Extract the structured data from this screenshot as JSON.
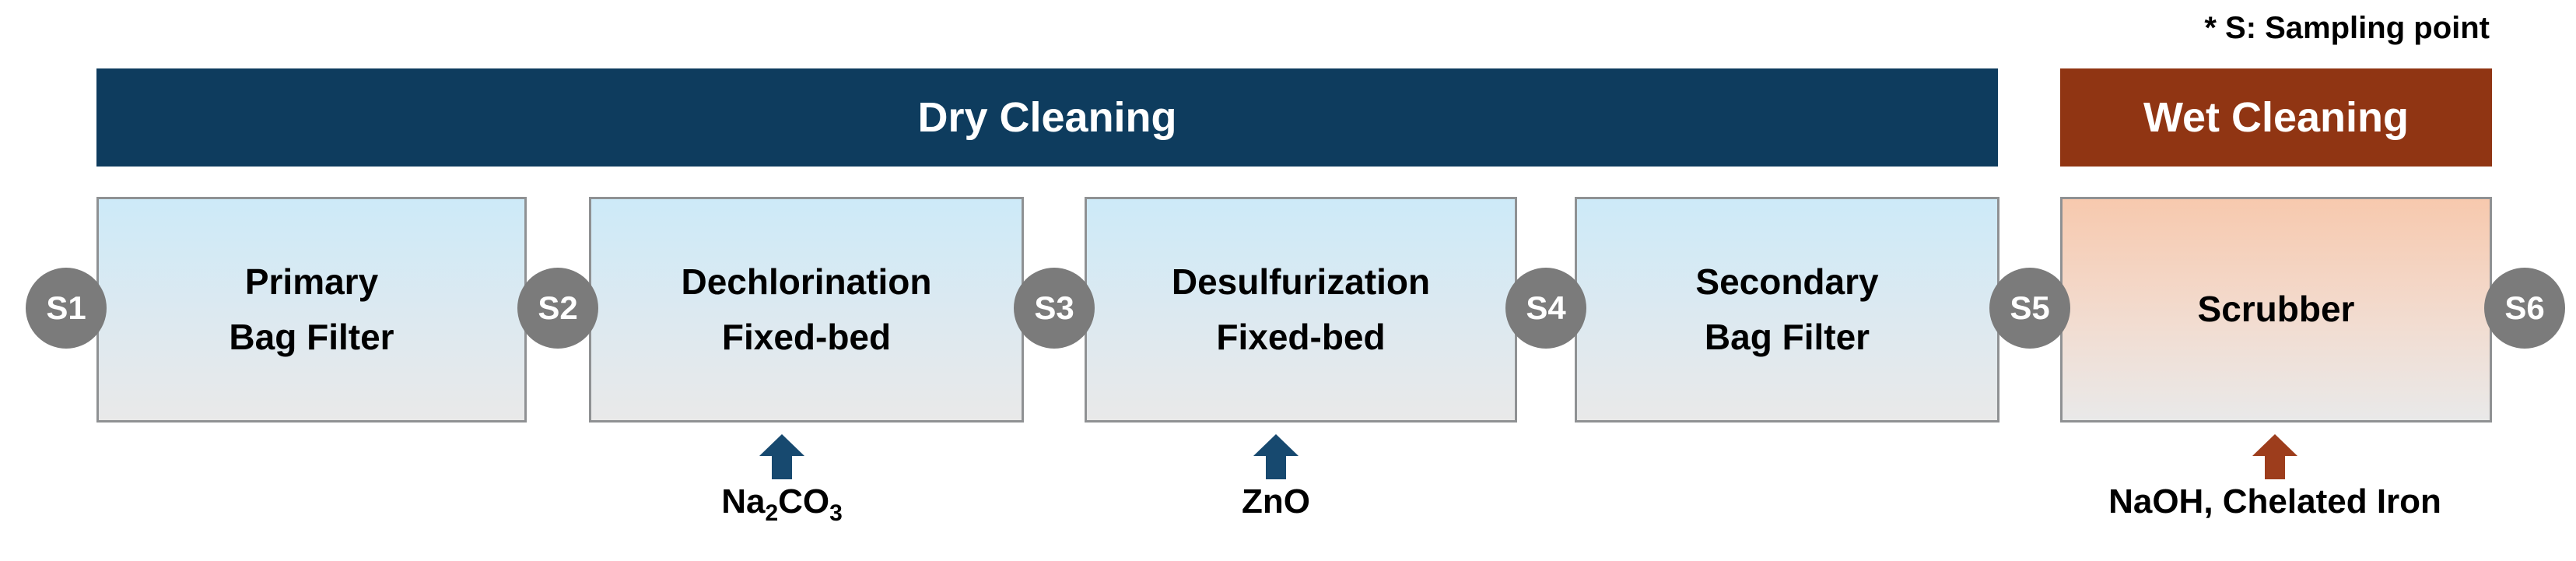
{
  "note": {
    "text": "* S: Sampling point"
  },
  "sections": [
    {
      "label": "Dry Cleaning"
    },
    {
      "label": "Wet Cleaning"
    }
  ],
  "units": [
    {
      "line1": "Primary",
      "line2": "Bag Filter"
    },
    {
      "line1": "Dechlorination",
      "line2": "Fixed-bed"
    },
    {
      "line1": "Desulfurization",
      "line2": "Fixed-bed"
    },
    {
      "line1": "Secondary",
      "line2": "Bag Filter"
    },
    {
      "line1": "Scrubber"
    }
  ],
  "sampling_points": [
    {
      "label": "S1"
    },
    {
      "label": "S2"
    },
    {
      "label": "S3"
    },
    {
      "label": "S4"
    },
    {
      "label": "S5"
    },
    {
      "label": "S6"
    }
  ],
  "additives": [
    {
      "main1": "Na",
      "sub1": "2",
      "main2": "CO",
      "sub2": "3"
    },
    {
      "main1": "ZnO"
    },
    {
      "main1": "NaOH, Chelated Iron"
    }
  ],
  "icons": [
    {
      "name": "up-arrow-icon",
      "count": 3
    }
  ],
  "colors": {
    "section-dry": "#0e3c5e",
    "section-wet": "#903513",
    "sampling-circle": "#7b7b7b",
    "arrow-dry": "#17496f",
    "arrow-wet": "#9d3d1c",
    "box-blue-top": "#cdeaf8",
    "box-orange-top": "#f7c9ae",
    "box-bottom": "#e9e9e9",
    "box-border": "#8f9193"
  }
}
